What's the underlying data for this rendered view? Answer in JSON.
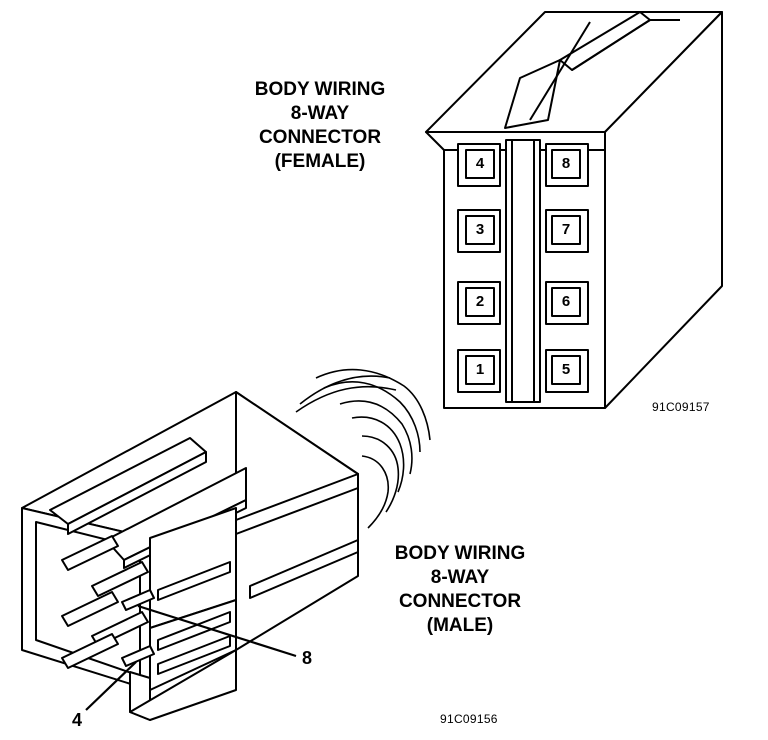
{
  "female_connector": {
    "label_lines": [
      "BODY WIRING",
      "8-WAY",
      "CONNECTOR",
      "(FEMALE)"
    ],
    "pins_left": [
      "4",
      "3",
      "2",
      "1"
    ],
    "pins_right": [
      "8",
      "7",
      "6",
      "5"
    ],
    "figure_code": "91C09157"
  },
  "male_connector": {
    "label_lines": [
      "BODY WIRING",
      "8-WAY",
      "CONNECTOR",
      "(MALE)"
    ],
    "callout_a": "8",
    "callout_b": "4",
    "figure_code": "91C09156"
  }
}
